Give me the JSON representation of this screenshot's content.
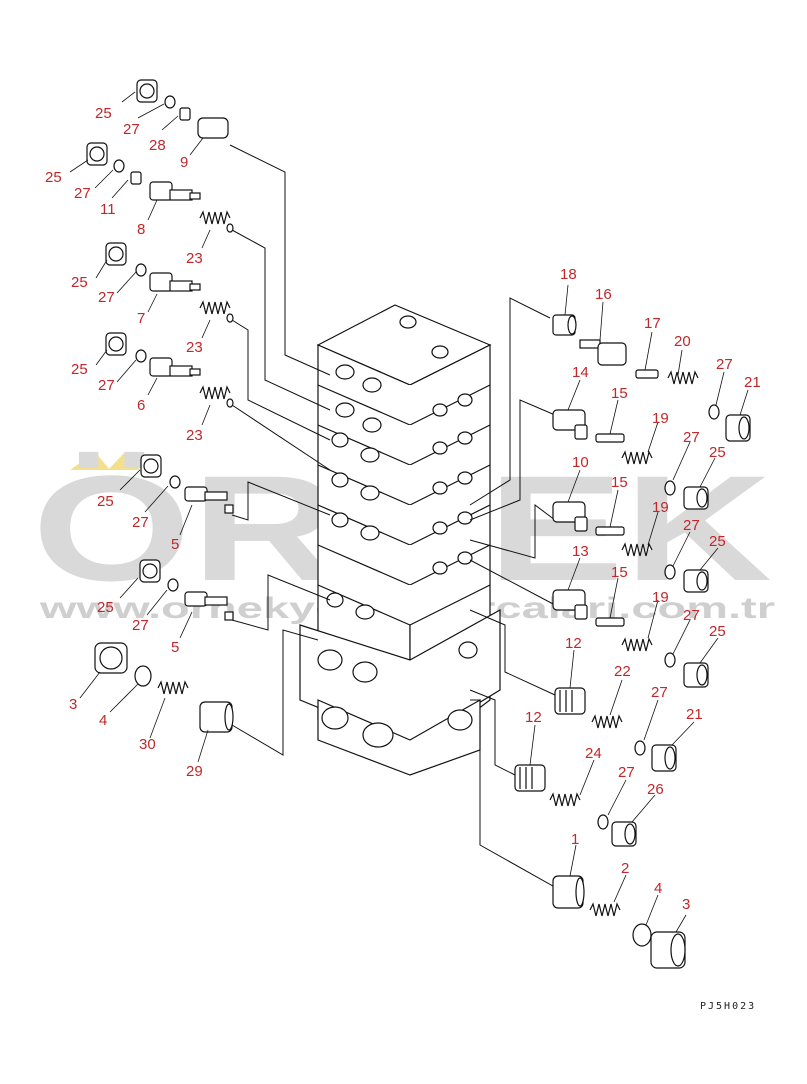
{
  "watermark": {
    "brand": "ÖRNEK",
    "url": "www.ornekyedekparcalari.com.tr",
    "brand_color": "#d9d9d9",
    "accent_color": "#f4df8a"
  },
  "diagram_code": "PJ5H023",
  "callout_color": "#c0282a",
  "callouts": {
    "c01": "25",
    "c02": "27",
    "c03": "28",
    "c04": "9",
    "c05": "25",
    "c06": "27",
    "c07": "11",
    "c08": "8",
    "c09": "23",
    "c10": "25",
    "c11": "27",
    "c12": "7",
    "c13": "23",
    "c14": "25",
    "c15": "27",
    "c16": "6",
    "c17": "23",
    "c18": "25",
    "c19": "27",
    "c20": "5",
    "c21": "25",
    "c22": "27",
    "c23": "5",
    "c24": "3",
    "c25": "4",
    "c26": "30",
    "c27": "29",
    "c28": "18",
    "c29": "16",
    "c30": "17",
    "c31": "20",
    "c32": "27",
    "c33": "21",
    "c34": "14",
    "c35": "15",
    "c36": "19",
    "c37": "27",
    "c38": "25",
    "c39": "10",
    "c40": "15",
    "c41": "19",
    "c42": "27",
    "c43": "25",
    "c44": "13",
    "c45": "15",
    "c46": "19",
    "c47": "27",
    "c48": "25",
    "c49": "12",
    "c50": "22",
    "c51": "27",
    "c52": "21",
    "c53": "12",
    "c54": "24",
    "c55": "27",
    "c56": "26",
    "c57": "1",
    "c58": "2",
    "c59": "4",
    "c60": "3"
  }
}
